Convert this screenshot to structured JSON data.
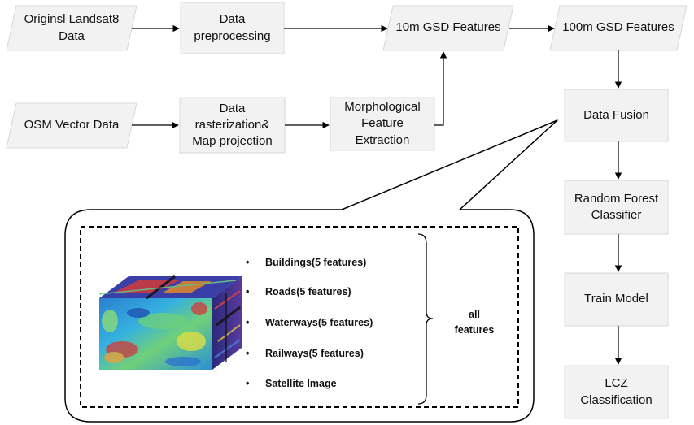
{
  "nodes": {
    "landsat": "Originsl Landsat8\nData",
    "preprocessing": "Data\npreprocessing",
    "features10m": "10m GSD Features",
    "features100m": "100m GSD Features",
    "osm": "OSM Vector Data",
    "rasterization": "Data\nrasterization&\nMap projection",
    "morphological": "Morphological\nFeature\nExtraction",
    "fusion": "Data Fusion",
    "rf": "Random Forest\nClassifier",
    "train": "Train Model",
    "lcz": "LCZ\nClassification"
  },
  "callout": {
    "items": [
      "Buildings(5 features)",
      "Roads(5 features)",
      "Waterways(5 features)",
      "Railways(5 features)",
      "Satellite Image"
    ],
    "bullet": "•",
    "all_features": "all\nfeatures"
  },
  "colors": {
    "box_fill": "#f2f2f2",
    "line": "#000000",
    "cube_front": "#2f8fd8",
    "cube_top": "#3a3fa8",
    "cube_side": "#3b2f8f"
  }
}
